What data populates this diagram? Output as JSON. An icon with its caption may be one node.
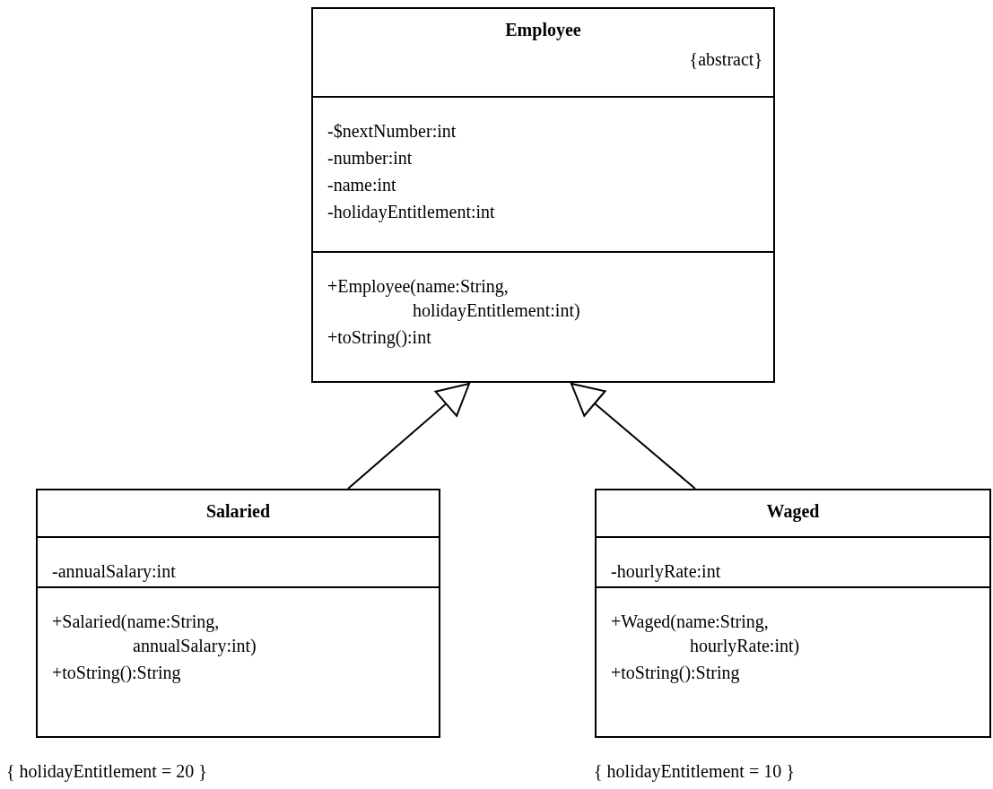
{
  "diagram": {
    "nodes": [
      {
        "text": [
          "Employee",
          "{abstract}"
        ]
      },
      {
        "text": [
          "-$nextNumber:int",
          "-number:int",
          "-name:int",
          "-holidayEntitlement:int"
        ],
        "in": 0
      },
      {
        "text": [
          "+Employee(name:String, holidayEntitlement:int)",
          "+toString():int"
        ],
        "in": 0
      },
      {
        "text": [
          "Salaried"
        ],
        "beside": [
          "{ holidayEntitlement = 20 }"
        ]
      },
      {
        "text": [
          "-annualSalary:int"
        ],
        "in": 3
      },
      {
        "text": [
          "+Salaried(name:String, annualSalary:int)",
          "+toString():String"
        ],
        "in": 3
      },
      {
        "text": [
          "Waged"
        ],
        "beside": [
          "{ holidayEntitlement = 10 }"
        ]
      },
      {
        "text": [
          "-hourlyRate:int"
        ],
        "in": 6
      },
      {
        "text": [
          "+Waged(name:String, hourlyRate:int)",
          "+toString():String"
        ],
        "in": 6
      }
    ],
    "edges": [
      {
        "from": 3,
        "to": 0,
        "arrow": "to"
      },
      {
        "from": 6,
        "to": 0,
        "arrow": "to"
      }
    ]
  }
}
